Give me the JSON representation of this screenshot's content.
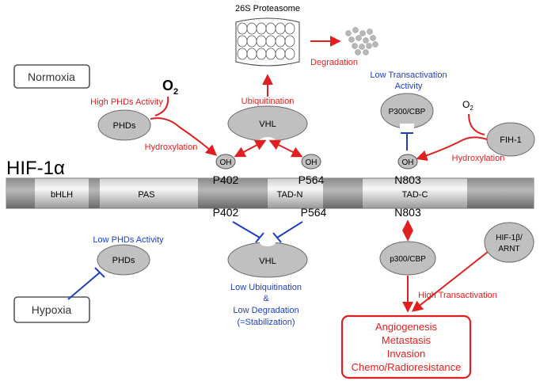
{
  "colors": {
    "red": "#e02020",
    "blue": "#1f3fbf",
    "ellipse_fill": "#c0c0c0",
    "ellipse_stroke": "#6a6a6a",
    "bar_light": "#f2f2f2",
    "bar_dark": "#8c8c8c"
  },
  "title": {
    "main": "HIF-1",
    "alpha": "α"
  },
  "states": {
    "normoxia": "Normoxia",
    "hypoxia": "Hypoxia"
  },
  "domains": {
    "bhlh": "bHLH",
    "pas": "PAS",
    "tadn": "TAD-N",
    "tadc": "TAD-C"
  },
  "residues": {
    "p402": "P402",
    "p564": "P564",
    "n803": "N803"
  },
  "oh": "OH",
  "oxygen": {
    "big_main": "O",
    "big_sub": "2",
    "small_main": "O",
    "small_sub": "2"
  },
  "proteasome": {
    "label": "26S Proteasome",
    "degradation": "Degradation"
  },
  "normoxia": {
    "phds": "PHDs",
    "high_phds_activity": "High PHDs Activity",
    "hydroxylation_left": "Hydroxylation",
    "ubiquitination": "Ubiquitination",
    "vhl": "VHL",
    "low_transactivation_line1": "Low Transactivation",
    "low_transactivation_line2": "Activity",
    "p300cbp": "P300/CBP",
    "fih1": "FIH-1",
    "hydroxylation_right": "Hydroxylation"
  },
  "hypoxia": {
    "low_phds_activity": "Low PHDs Activity",
    "phds": "PHDs",
    "vhl": "VHL",
    "low_ubiq": "Low Ubiquitination",
    "amp": "&",
    "low_deg": "Low Degradation",
    "stabilization": "(=Stabilization)",
    "p300cbp": "p300/CBP",
    "hif1b_line1": "HIF-1β/",
    "hif1b_line2": "ARNT",
    "high_transactivation": "High Transactivation"
  },
  "outcomes": [
    "Angiogenesis",
    "Metastasis",
    "Invasion",
    "Chemo/Radioresistance"
  ]
}
